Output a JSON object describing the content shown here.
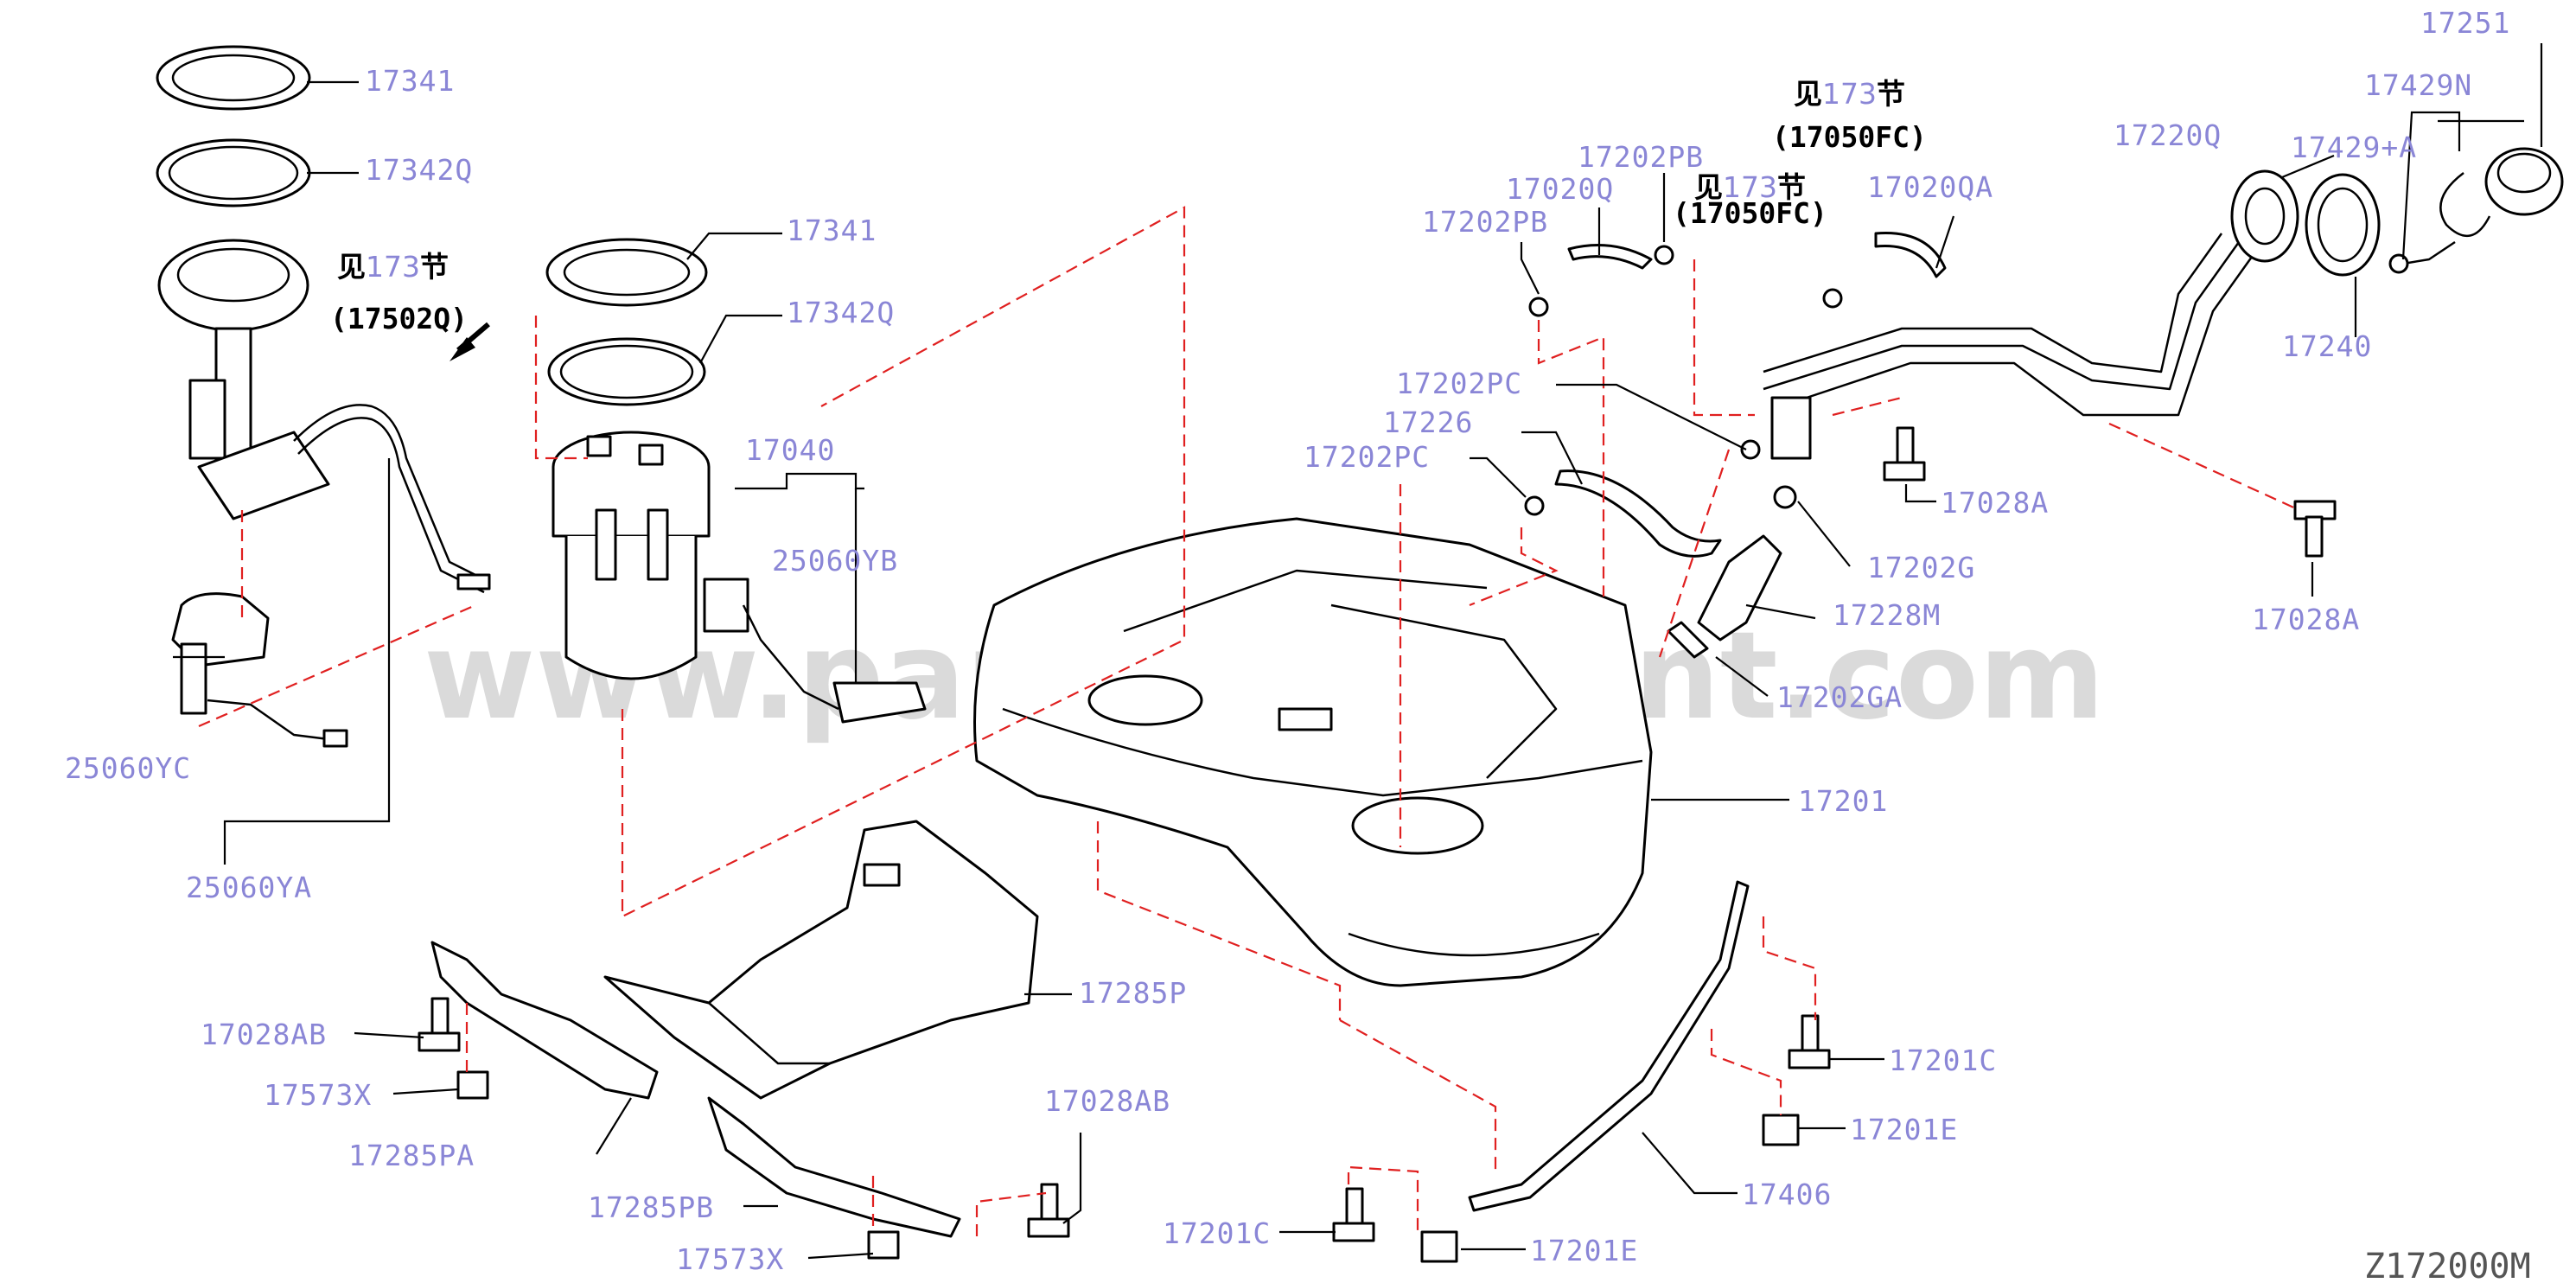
{
  "diagram_code": "Z172000M",
  "watermark": "www.partsassistant.com",
  "references": [
    {
      "prefix": "见",
      "num": "173",
      "suffix": "节",
      "code": "(17502Q)"
    },
    {
      "prefix": "见",
      "num": "173",
      "suffix": "节",
      "code": "(17050FC)"
    },
    {
      "prefix": "见",
      "num": "173",
      "suffix": "节",
      "code": "(17050FC)"
    }
  ],
  "labels": [
    "17341",
    "17342Q",
    "17341",
    "17342Q",
    "17040",
    "25060YB",
    "25060YC",
    "25060YA",
    "17202PB",
    "17020Q",
    "17202PB",
    "17020QA",
    "17220Q",
    "17251",
    "17429N",
    "17429+A",
    "17240",
    "17202PC",
    "17226",
    "17202PC",
    "17028A",
    "17028A",
    "17202G",
    "17228M",
    "17202GA",
    "17201",
    "17285P",
    "17028AB",
    "17573X",
    "17285PA",
    "17028AB",
    "17285PB",
    "17573X",
    "17201C",
    "17201E",
    "17406",
    "17201C",
    "17201E"
  ]
}
